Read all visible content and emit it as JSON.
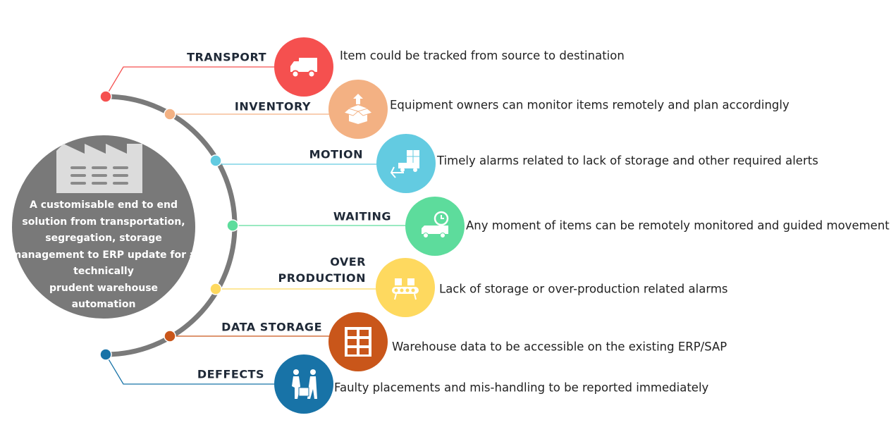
{
  "hub": {
    "icon": "factory-icon",
    "text": "A customisable end to end\nsolution from transportation,\nsegregation, storage\nmanagement to ERP update for a\ntechnically\nprudent warehouse\nautomation"
  },
  "arc_color": "#7a7a7a",
  "items": [
    {
      "label": "TRANSPORT",
      "description": "Item could be tracked from source to destination",
      "color": "#f5504f",
      "icon": "truck-icon"
    },
    {
      "label": "INVENTORY",
      "description": "Equipment owners can monitor items remotely and plan accordingly",
      "color": "#f3b183",
      "icon": "open-box-icon"
    },
    {
      "label": "MOTION",
      "description": "Timely alarms related to lack of storage and other required alerts",
      "color": "#63cbe1",
      "icon": "moving-truck-icon"
    },
    {
      "label": "WAITING",
      "description": "Any moment of items can be remotely monitored and guided movement",
      "color": "#5ddc9c",
      "icon": "truck-timer-icon"
    },
    {
      "label": "OVER\nPRODUCTION",
      "description": "Lack of storage or over-production related alarms",
      "color": "#fed95f",
      "icon": "conveyor-icon"
    },
    {
      "label": "DATA STORAGE",
      "description": "Warehouse data to be accessible on the existing ERP/SAP",
      "color": "#c9561a",
      "icon": "shelves-icon"
    },
    {
      "label": "DEFFECTS",
      "description": "Faulty placements and mis-handling to be reported immediately",
      "color": "#1873a7",
      "icon": "workers-icon"
    }
  ]
}
